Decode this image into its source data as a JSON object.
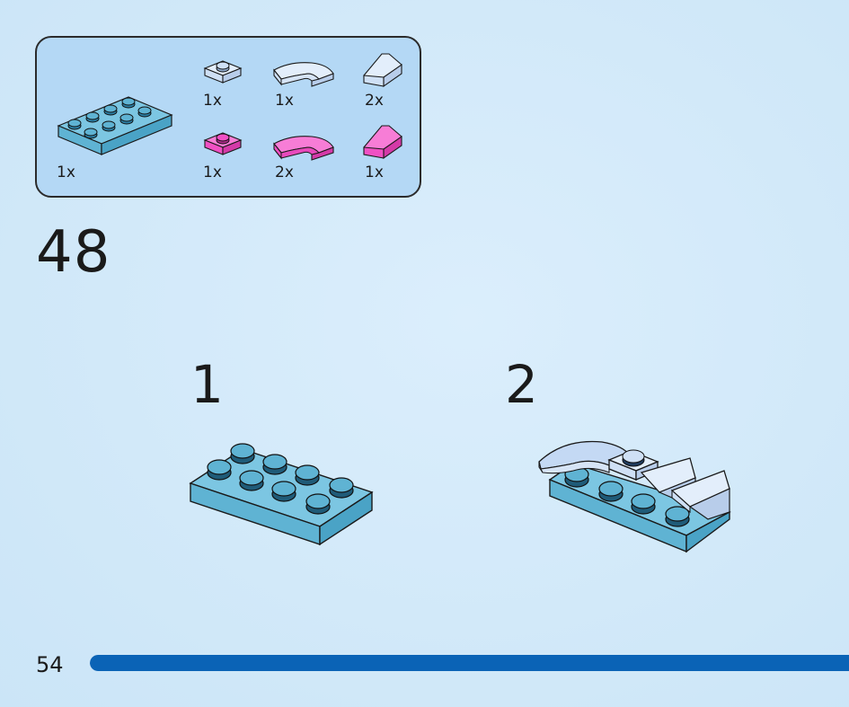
{
  "parts_list": {
    "items": [
      {
        "icon": "plate-2x4-medium-azure-icon",
        "color": "#5fb3d3",
        "qty": "1x"
      },
      {
        "icon": "plate-1x1-light-blue-icon",
        "color": "#cfe0f5",
        "qty": "1x"
      },
      {
        "icon": "curved-slope-light-blue-icon",
        "color": "#cfe0f5",
        "qty": "1x"
      },
      {
        "icon": "slope-light-blue-icon",
        "color": "#cfe0f5",
        "qty": "2x"
      },
      {
        "icon": "plate-1x1-magenta-icon",
        "color": "#f050c4",
        "qty": "1x"
      },
      {
        "icon": "curved-slope-magenta-icon",
        "color": "#f050c4",
        "qty": "2x"
      },
      {
        "icon": "slope-magenta-icon",
        "color": "#f050c4",
        "qty": "1x"
      }
    ]
  },
  "step": {
    "number": "48"
  },
  "substeps": [
    {
      "number": "1"
    },
    {
      "number": "2"
    }
  ],
  "footer": {
    "page_number": "54",
    "progress": 1.0,
    "progress_color": "#0a63b6"
  },
  "colors": {
    "background": "#d2e9f9",
    "parts_box": "#b4d8f5",
    "azure": "#5fb3d3",
    "light_blue": "#cfe0f5",
    "magenta": "#f050c4"
  }
}
